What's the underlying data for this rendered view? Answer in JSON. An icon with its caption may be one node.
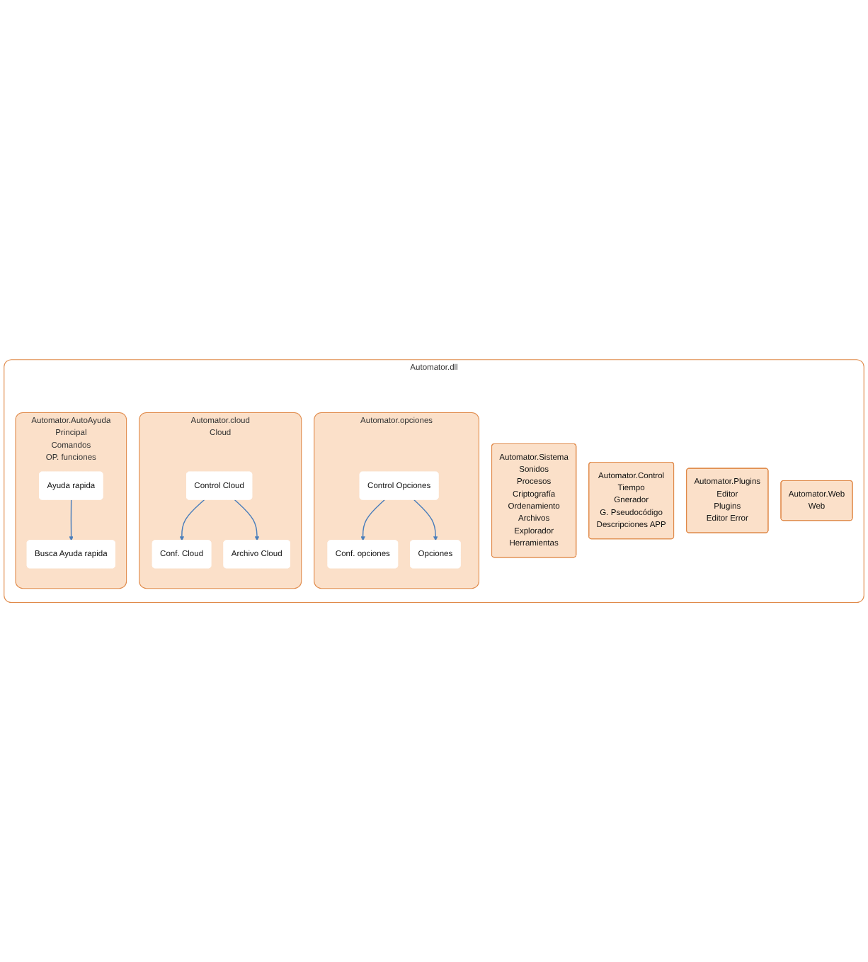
{
  "diagram": {
    "nodes": [
      {
        "text": [
          "Automator.dll"
        ]
      },
      {
        "text": [
          "Automator.opciones"
        ],
        "in": 0
      },
      {
        "text": [
          "Control Opciones"
        ],
        "in": 1
      },
      {
        "text": [
          "Conf. opciones"
        ],
        "in": 1
      },
      {
        "text": [
          "Opciones"
        ],
        "in": 1
      },
      {
        "text": [
          "Automator.cloud",
          "Cloud"
        ],
        "in": 0
      },
      {
        "text": [
          "Control Cloud"
        ],
        "in": 5
      },
      {
        "text": [
          "Conf. Cloud"
        ],
        "in": 5
      },
      {
        "text": [
          "Archivo Cloud"
        ],
        "in": 5
      },
      {
        "text": [
          "Automator.Sistema",
          "Sonidos",
          "Procesos",
          "Criptografía",
          "Ordenamiento",
          "Archivos",
          "Explorador",
          "Herramientas"
        ],
        "in": 0
      },
      {
        "text": [
          "Automator.AutoAyuda",
          "Principal",
          "Comandos",
          "OP. funciones"
        ],
        "in": 0
      },
      {
        "text": [
          "Ayuda rapida"
        ],
        "in": 10
      },
      {
        "text": [
          "Busca Ayuda rapida"
        ],
        "in": 10
      },
      {
        "text": [
          "Automator.Control",
          "Tiempo",
          "Gnerador",
          "G. Pseudocódigo",
          "Descripciones APP"
        ],
        "in": 0
      },
      {
        "text": [
          "Automator.Plugins",
          "Editor",
          "Plugins",
          "Editor Error"
        ],
        "in": 0
      },
      {
        "text": [
          "Automator.Web",
          "Web"
        ],
        "in": 0
      }
    ],
    "edges": [
      {
        "from": 2,
        "to": 3,
        "arrow": "to"
      },
      {
        "from": 2,
        "to": 4,
        "arrow": "to"
      },
      {
        "from": 6,
        "to": 7,
        "arrow": "to"
      },
      {
        "from": 6,
        "to": 8,
        "arrow": "to"
      },
      {
        "from": 11,
        "to": 12,
        "arrow": "to"
      }
    ]
  }
}
